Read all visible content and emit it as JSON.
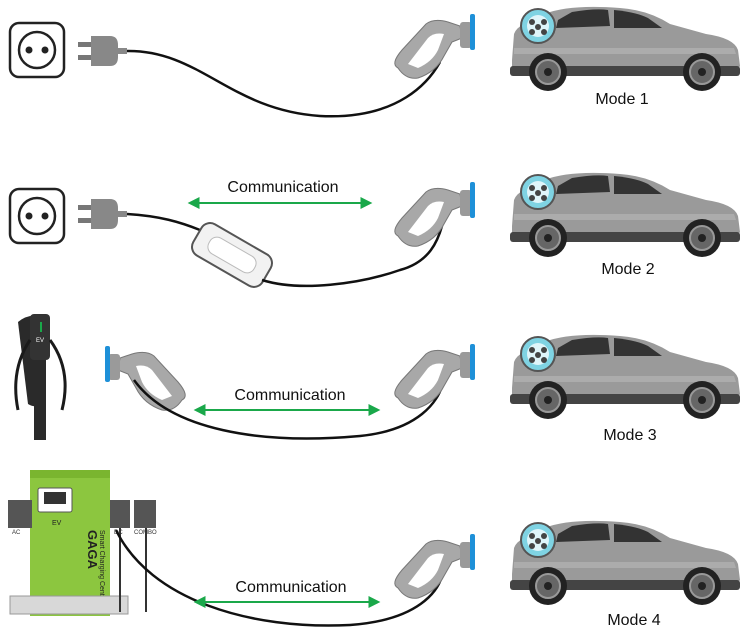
{
  "modes": [
    {
      "label": "Mode 1"
    },
    {
      "label": "Mode 2",
      "communication": "Communication"
    },
    {
      "label": "Mode 3",
      "communication": "Communication",
      "charger_brand": "EV"
    },
    {
      "label": "Mode 4",
      "communication": "Communication",
      "charger_brand": "GAGA",
      "charger_subtitle": "Smart Charging Center",
      "badge": "EV",
      "port_ac": "AC",
      "port_dc": "DC",
      "port_combo": "COMBO"
    }
  ],
  "colors": {
    "communication_arrow": "#1aa84a",
    "connector_accent": "#1e90d8",
    "charger_green": "#8cc63f",
    "car_body": "#9a9a9a",
    "charge_port": "#7fd3e3"
  },
  "icons": [
    "wall-socket-icon",
    "plug-icon",
    "control-box-icon",
    "vehicle-connector-icon",
    "car-icon",
    "wallbox-charger-icon",
    "dc-charger-icon"
  ]
}
